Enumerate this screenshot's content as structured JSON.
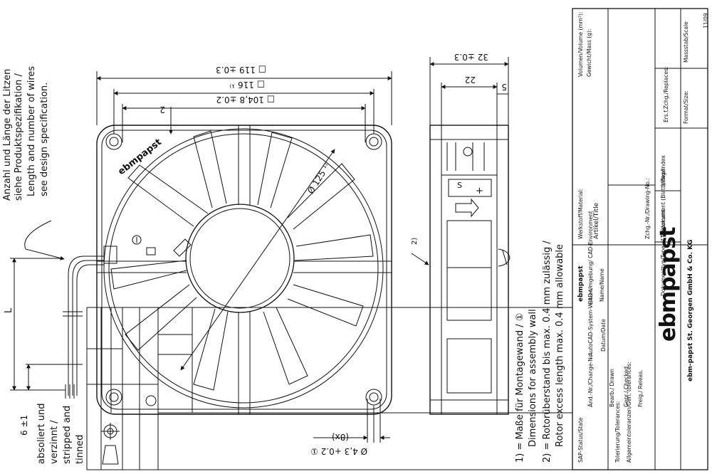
{
  "notes": {
    "wires": [
      "Anzahl und Länge der Litzen",
      "siehe Produktspezifikation /",
      "Length and number of wires",
      "see design specification."
    ],
    "stripped": [
      "absoliert und",
      "verzinnt /",
      "stripped and",
      "tinned"
    ],
    "footnote1": [
      "1) = Maße für Montagewand / ①",
      "Dimensions for assembly wall"
    ],
    "footnote2": [
      "2) = Rotorüberstand bis max. 0.4 mm zulässig /",
      "Rotor excess length max. 0.4 mm allowable"
    ]
  },
  "dimensions": {
    "overall": "□ 119 ±0.3",
    "mount": "□ 116 ¹⁾",
    "frame": "□ 104,8 ±0.2",
    "diameter": "Ø 125 ¹⁾",
    "hole": "Ø 4,3 +0.2 ①",
    "hole_count": "(8x)",
    "depth": "32 ±0.3",
    "depth_inner": "22",
    "depth_small": "5",
    "wire_strip": "6 ±1",
    "wire_length": "L",
    "note_2": "2",
    "note_2b": "2)"
  },
  "fan_brand_text": "ebmpapst",
  "title_block": {
    "material": "Werkstoff/Material:",
    "volume": "Volumen/Volume (mm³):",
    "weight": "Gewicht/Mass (g):",
    "title": "Artikel/Title",
    "drawing_no": "Zchg.-Nr./Drawing-No.:",
    "replaces": "Ers.f.Zchg./Replaces:",
    "doc_type": "Dokumenttyp/Type of Document",
    "sheet": "Teildokument (Blatt)/Page",
    "index": "Index/Index",
    "format": "Format/Size:",
    "scale": "Massstab/Scale",
    "logo": "ebmpapst",
    "company": "ebm-papst St. Georgen GmbH & Co. KG",
    "name_header": "ebmpapst",
    "cad": "CAD-Umgebung/ CAD-Environment",
    "name": "Name/Name",
    "date": "Datum/Date",
    "cad_version": "AutoCAD-System-Version",
    "drawn": "Bearb./ Drawn",
    "checked": "Gepr./ Checked",
    "released": "Freig./ Releas.",
    "change_no": "Änd.-Nr./Change-No.",
    "sap_state": "SAP-Status/State",
    "tolerances": "Tolerierung/Tolerances:",
    "gen_tolerances": "Allgemeintoleranzen/Gen. tolerances:",
    "year": "11/09"
  }
}
